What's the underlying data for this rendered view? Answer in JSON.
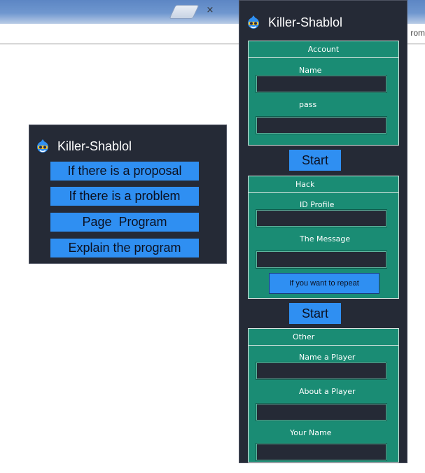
{
  "browser": {
    "close_glyph": "×",
    "address_fragment": "rom"
  },
  "popup": {
    "title": "Killer-Shablol",
    "buttons": [
      "If there is a proposal",
      "If there is a problem",
      "Page  Program",
      "Explain the program"
    ]
  },
  "panel": {
    "title": "Killer-Shablol",
    "account": {
      "header": "Account",
      "name_label": "Name",
      "name_value": "",
      "pass_label": "pass",
      "pass_value": ""
    },
    "start_label_1": "Start",
    "hack": {
      "header": "Hack",
      "id_label": "ID Profile",
      "id_value": "",
      "message_label": "The Message",
      "message_value": "",
      "repeat_label": "If you want to repeat"
    },
    "start_label_2": "Start",
    "other": {
      "header": "Other",
      "player_name_label": "Name a Player",
      "player_name_value": "",
      "about_label": "About a Player",
      "about_value": "",
      "your_name_label": "Your Name",
      "your_name_value": ""
    }
  },
  "colors": {
    "panel_bg": "#252a36",
    "section_bg": "#1a8c74",
    "button_bg": "#2f8ff2",
    "text_light": "#ffffff"
  },
  "icons": {
    "logo": "mascot-logo-icon",
    "tab_close": "close-icon"
  }
}
